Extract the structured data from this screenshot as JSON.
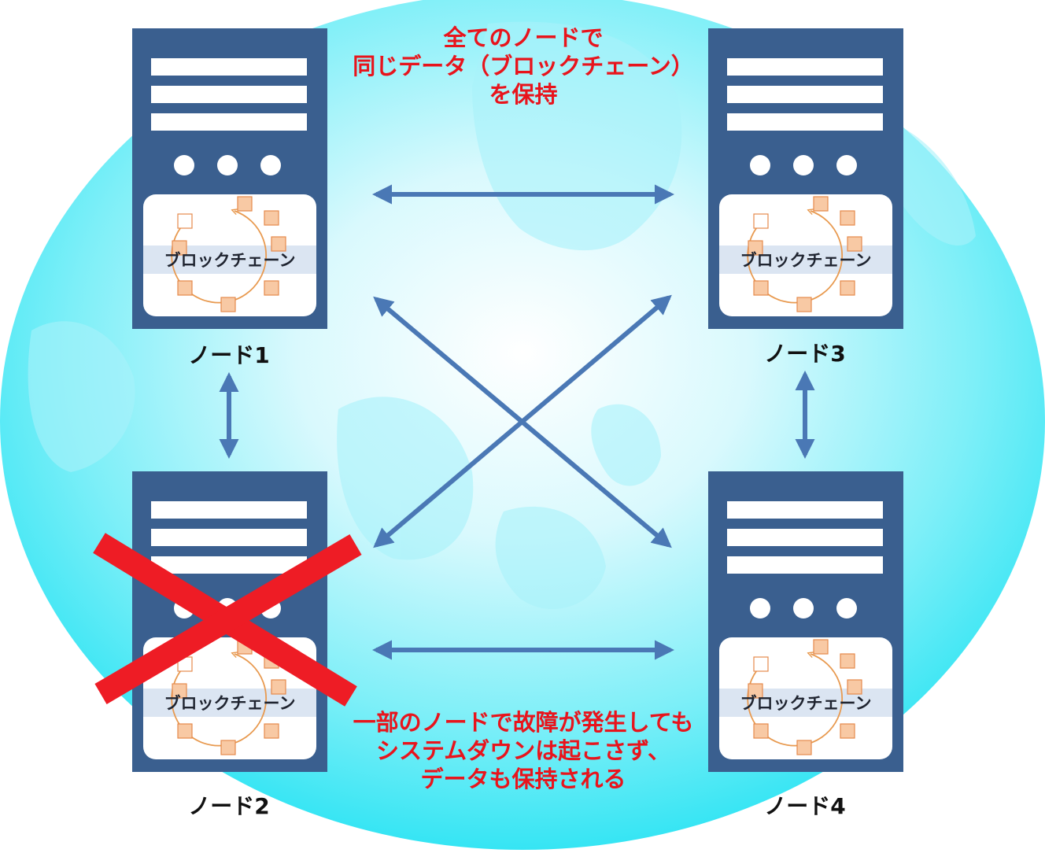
{
  "diagram": {
    "caption_top": [
      "全てのノードで",
      "同じデータ（ブロックチェーン）",
      "を保持"
    ],
    "caption_bottom": [
      "一部のノードで故障が発生しても",
      "システムダウンは起こさず、",
      "データも保持される"
    ],
    "nodes": [
      {
        "label": "ノード1",
        "chain_label": "ブロックチェーン",
        "failed": false
      },
      {
        "label": "ノード2",
        "chain_label": "ブロックチェーン",
        "failed": true
      },
      {
        "label": "ノード3",
        "chain_label": "ブロックチェーン",
        "failed": false
      },
      {
        "label": "ノード4",
        "chain_label": "ブロックチェーン",
        "failed": false
      }
    ],
    "connections": [
      [
        "ノード1",
        "ノード3"
      ],
      [
        "ノード1",
        "ノード2"
      ],
      [
        "ノード3",
        "ノード4"
      ],
      [
        "ノード2",
        "ノード4"
      ],
      [
        "ノード1",
        "ノード4"
      ],
      [
        "ノード3",
        "ノード2"
      ]
    ],
    "colors": {
      "server": "#3a5f8f",
      "arrow": "#4a78b5",
      "caption": "#e8141c",
      "failure_mark": "#ee1c25",
      "globe": "#2fe4f4"
    }
  }
}
